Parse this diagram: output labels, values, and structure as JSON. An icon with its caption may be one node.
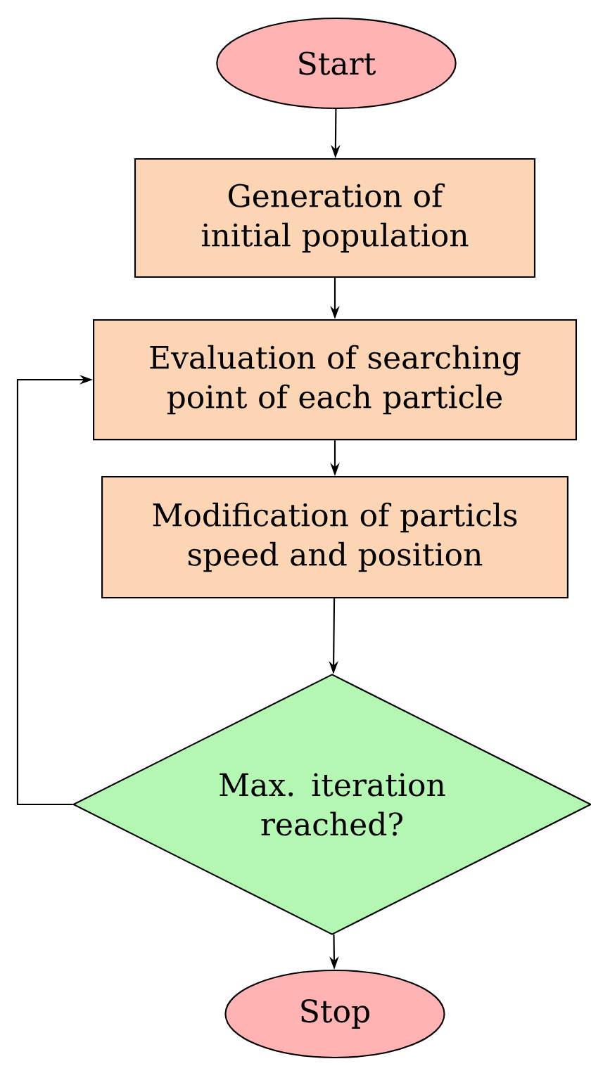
{
  "diagram": {
    "nodes": [
      {
        "text": [
          "Start"
        ]
      },
      {
        "text": [
          "Generation of initial population"
        ]
      },
      {
        "text": [
          "Evaluation of searching point of each particle"
        ]
      },
      {
        "text": [
          "Modification of particls speed and position"
        ]
      },
      {
        "text": [
          "Max. iteration reached?"
        ]
      },
      {
        "text": [
          "Stop"
        ]
      }
    ],
    "edges": [
      {
        "from": 0,
        "to": 1,
        "arrow": "to"
      },
      {
        "from": 1,
        "to": 2,
        "arrow": "to"
      },
      {
        "from": 2,
        "to": 3,
        "arrow": "to"
      },
      {
        "from": 3,
        "to": 4,
        "arrow": "to"
      },
      {
        "from": 4,
        "to": 5,
        "arrow": "to"
      },
      {
        "from": 4,
        "to": 2,
        "arrow": "to"
      }
    ]
  }
}
